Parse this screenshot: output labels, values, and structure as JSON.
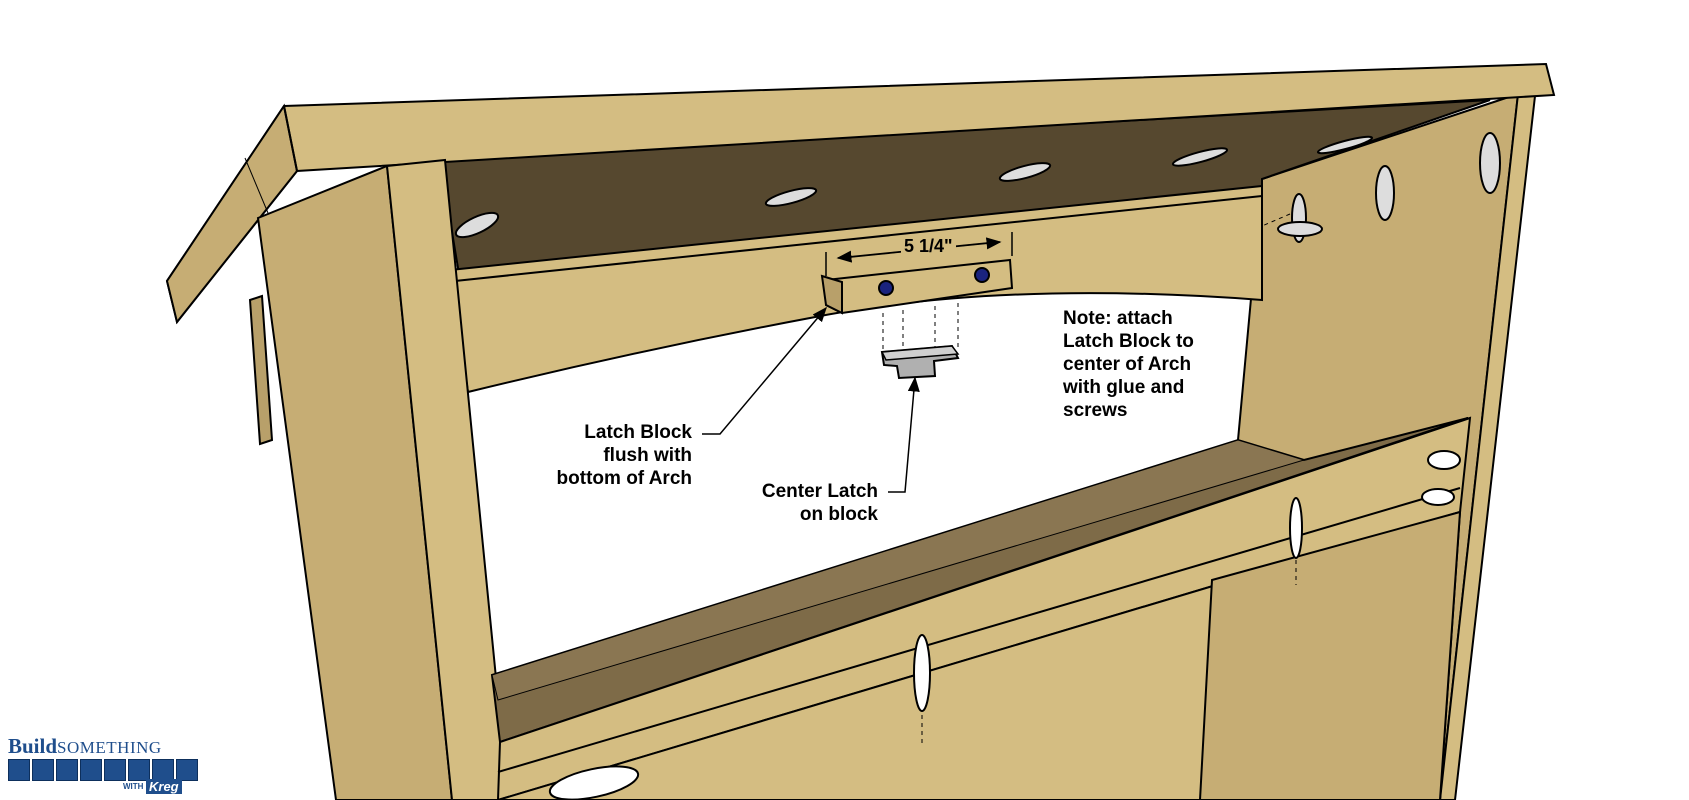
{
  "dimension": {
    "text": "5 1/4\""
  },
  "callouts": {
    "latch_block": [
      "Latch Block",
      "flush with",
      "bottom of Arch"
    ],
    "center_latch": [
      "Center Latch",
      "on block"
    ],
    "note": [
      "Note: attach",
      "Latch Block to",
      "center of Arch",
      "with glue and",
      "screws"
    ]
  },
  "logo": {
    "build": "Build",
    "something": "SOMETHING",
    "with": "WITH",
    "kreg": "Kreg"
  },
  "colors": {
    "wood_light": "#d4bd82",
    "wood_mid": "#b8a06a",
    "wood_dark": "#7e6b48",
    "wood_shadow": "#56482f",
    "hardware": "#b0b0b0",
    "screw": "#1a237e",
    "brand_blue": "#1f4e8c"
  }
}
